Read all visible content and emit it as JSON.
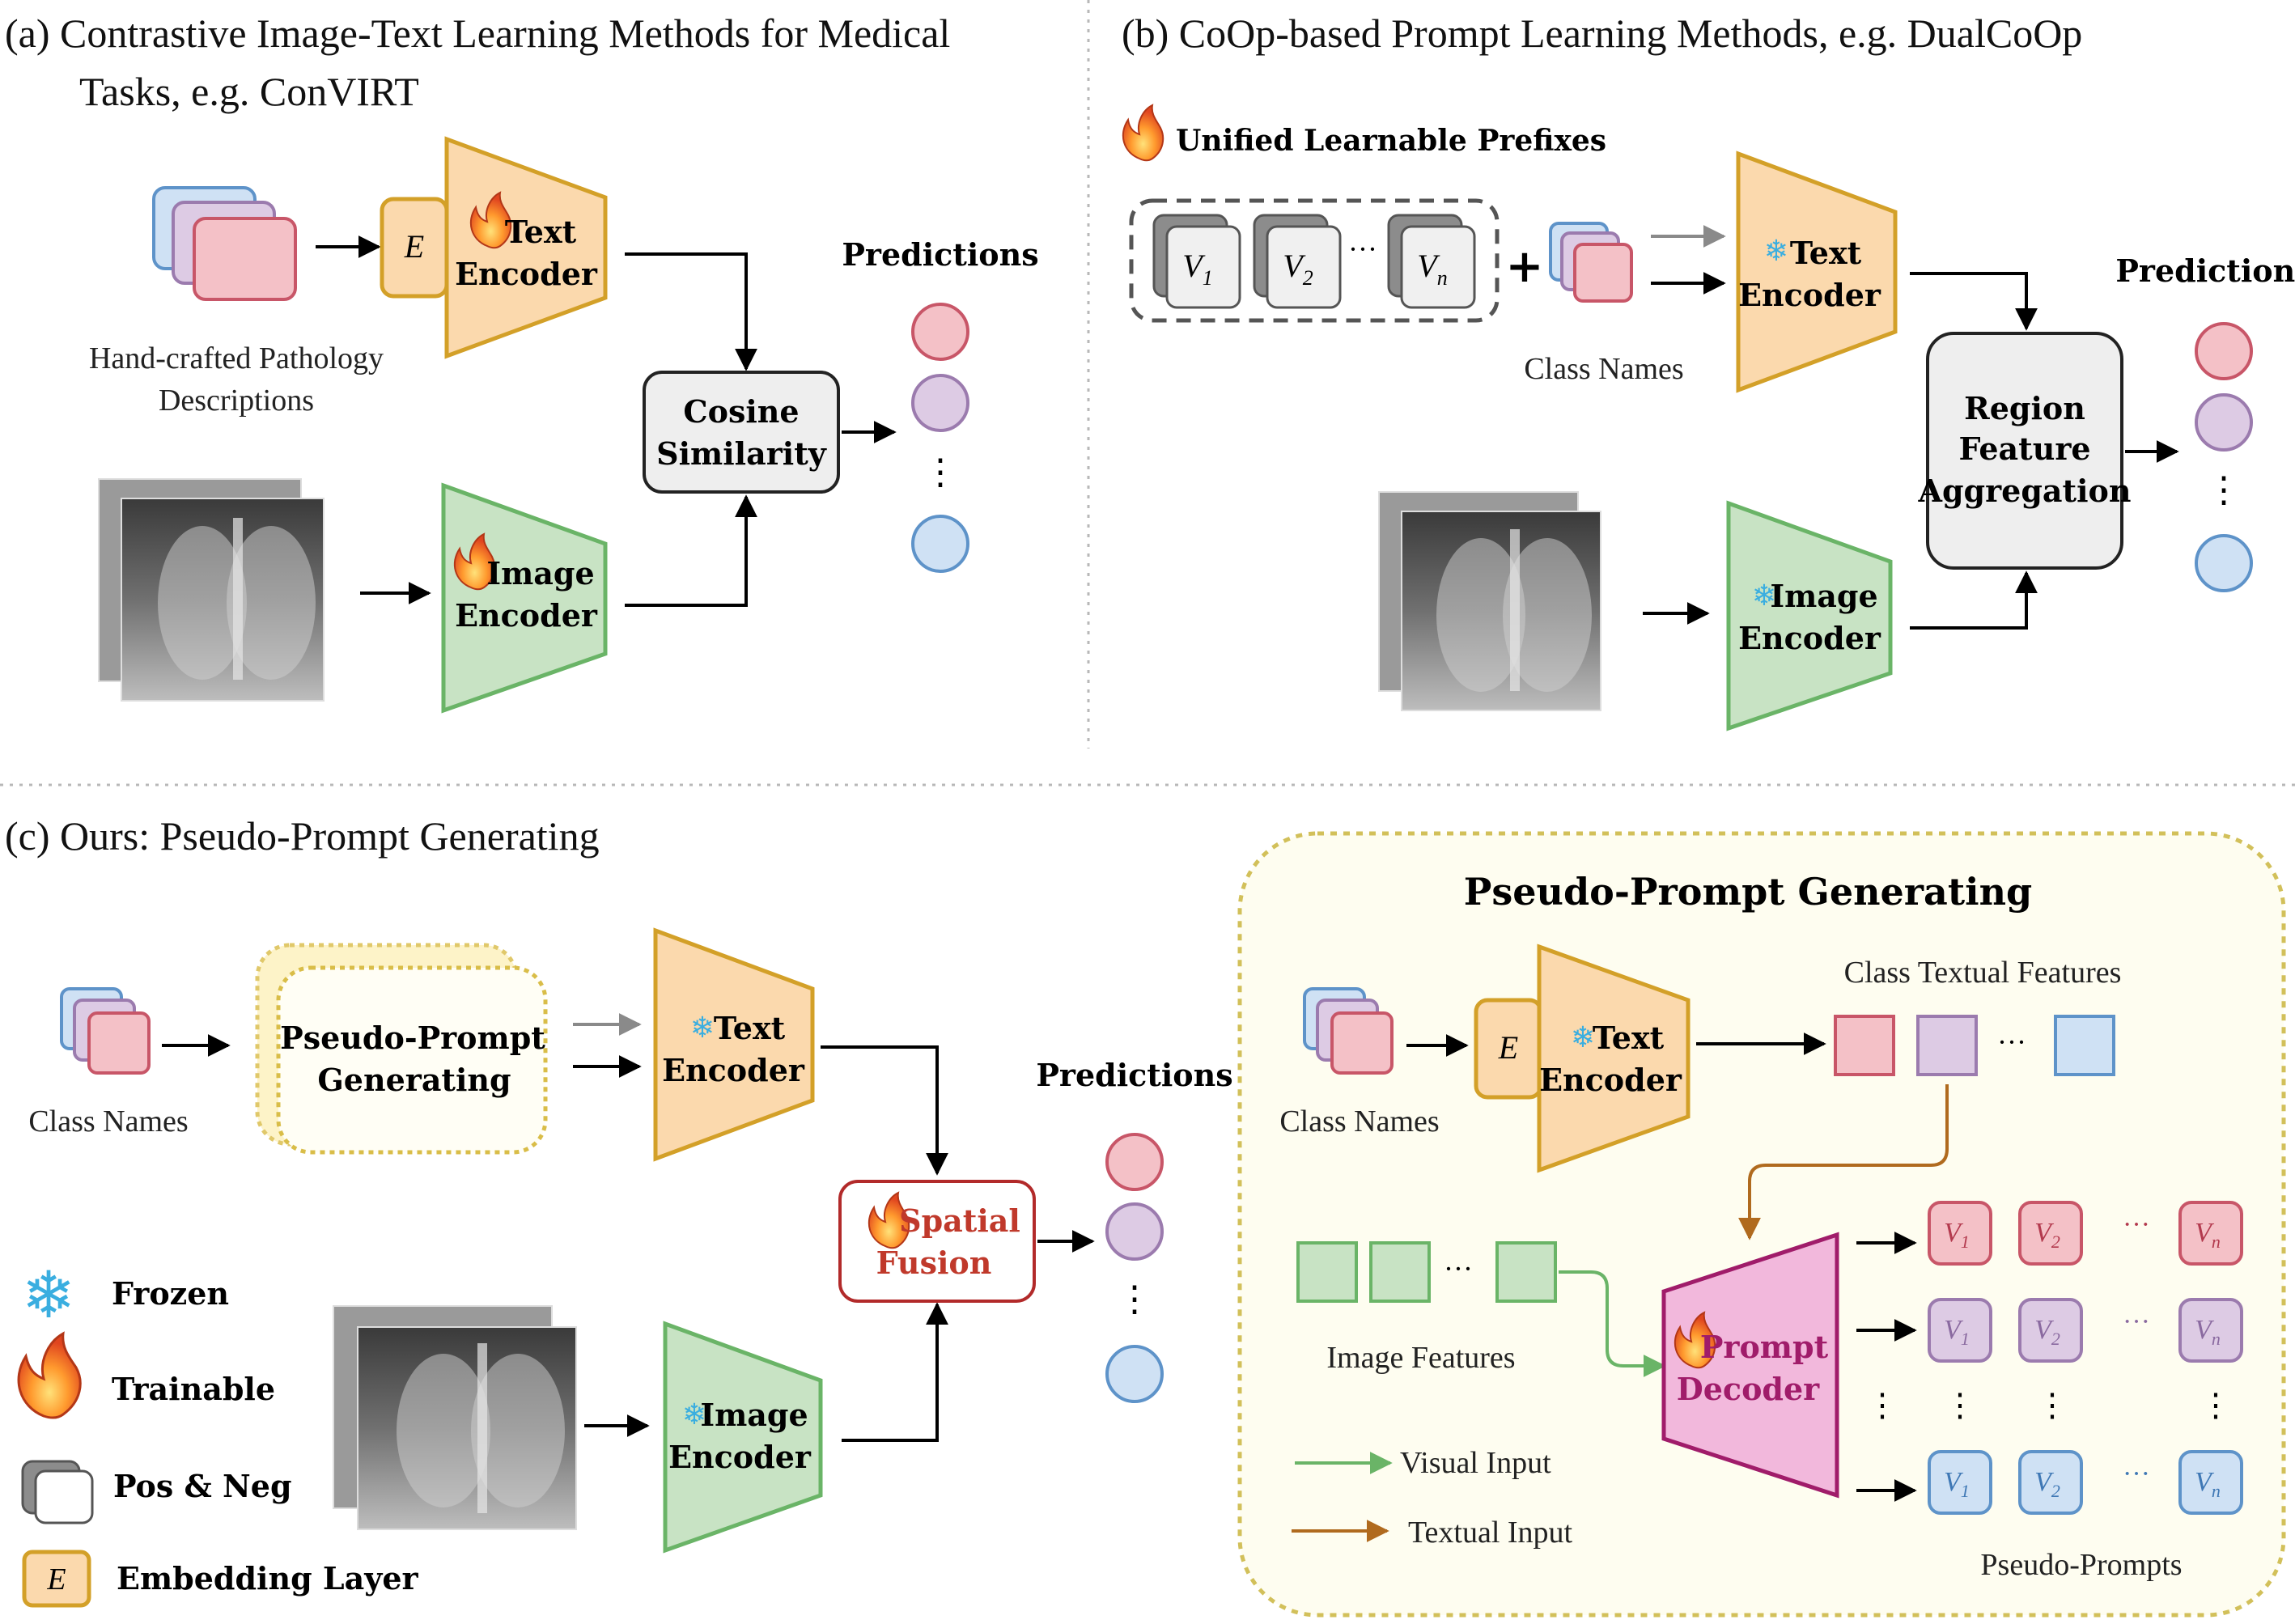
{
  "colors": {
    "text_encoder_fill": "#fbd9ad",
    "text_encoder_stroke": "#d3a028",
    "image_encoder_fill": "#c8e3c4",
    "image_encoder_stroke": "#6ab467",
    "pink": "#f4c1c7",
    "pink_stroke": "#c85668",
    "purple": "#ddcbe4",
    "purple_stroke": "#9b7bae",
    "blue": "#cfe1f4",
    "blue_stroke": "#5e93c9",
    "decoder_fill": "#f2b8dc",
    "decoder_stroke": "#a01c6a",
    "fusion_stroke": "#b22a2a",
    "fusion_text": "#c0392b",
    "green_arrow": "#6ab467",
    "brown_arrow": "#b06a1e",
    "pg_panel_fill": "#fefdf0",
    "pg_panel_stroke": "#d2c05a",
    "gray_box": "#eeeeee"
  },
  "panel_a": {
    "title_line1": "(a)  Contrastive Image-Text Learning Methods for Medical",
    "title_line2": "Tasks, e.g. ConVIRT",
    "embed_label": "E",
    "text_encoder": [
      "Text",
      "Encoder"
    ],
    "image_encoder": [
      "Image",
      "Encoder"
    ],
    "desc_line1": "Hand-crafted Pathology",
    "desc_line2": "Descriptions",
    "cosine": [
      "Cosine",
      "Similarity"
    ],
    "predictions": "Predictions",
    "dots": "⋮"
  },
  "panel_b": {
    "title": "(b)  CoOp-based Prompt Learning Methods, e.g. DualCoOp",
    "prefix_label": "Unified Learnable Prefixes",
    "tokens": [
      "V",
      "V",
      "V"
    ],
    "token_subs": [
      "1",
      "2",
      "n"
    ],
    "ellipsis": "···",
    "plus": "+",
    "class_names": "Class Names",
    "text_encoder": [
      "Text",
      "Encoder"
    ],
    "image_encoder": [
      "Image",
      "Encoder"
    ],
    "region": [
      "Region",
      "Feature",
      "Aggregation"
    ],
    "predictions": "Predictions",
    "dots": "⋮"
  },
  "panel_c": {
    "title": "(c)  Ours: Pseudo-Prompt Generating",
    "class_names": "Class Names",
    "ppg_box": [
      "Pseudo-Prompt",
      "Generating"
    ],
    "text_encoder": [
      "Text",
      "Encoder"
    ],
    "image_encoder": [
      "Image",
      "Encoder"
    ],
    "fusion": [
      "Spatial",
      "Fusion"
    ],
    "predictions": "Predictions",
    "dots": "⋮"
  },
  "legend": {
    "frozen": "Frozen",
    "trainable": "Trainable",
    "posneg": "Pos & Neg",
    "embed_letter": "E",
    "embed": "Embedding Layer"
  },
  "pg_panel": {
    "title": "Pseudo-Prompt Generating",
    "class_names": "Class Names",
    "embed_label": "E",
    "text_encoder": [
      "Text",
      "Encoder"
    ],
    "class_textual": "Class Textual Features",
    "image_features": "Image Features",
    "decoder": [
      "Prompt",
      "Decoder"
    ],
    "visual_input": "Visual Input",
    "textual_input": "Textual Input",
    "pseudo_prompts": "Pseudo-Prompts",
    "token_letter": "V",
    "subs": [
      "1",
      "2",
      "n"
    ],
    "ellipsis": "···",
    "vdots": "⋮"
  }
}
